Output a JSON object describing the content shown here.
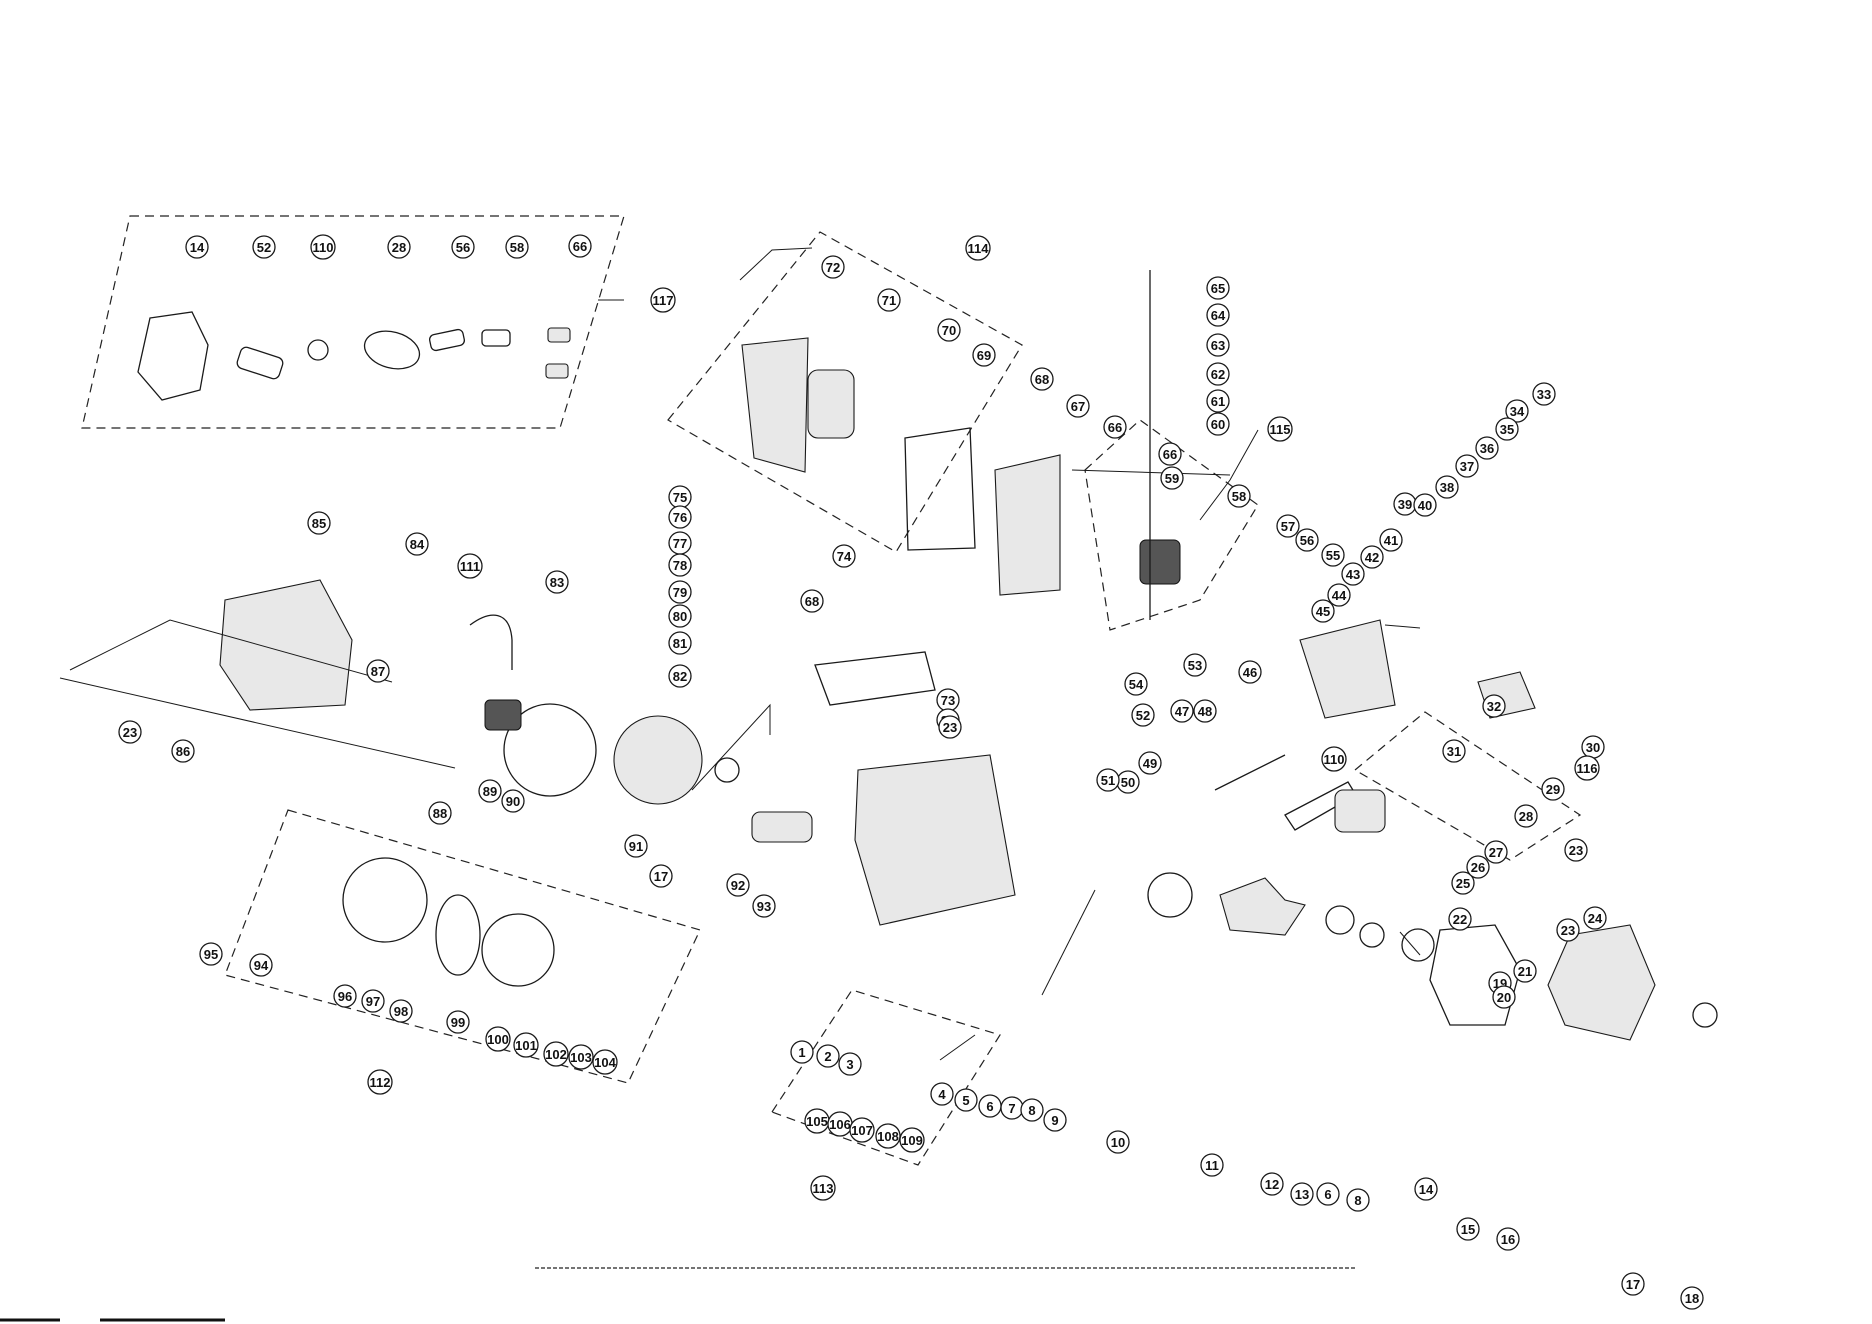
{
  "callouts": [
    "1",
    "2",
    "3",
    "4",
    "5",
    "6",
    "7",
    "8",
    "9",
    "10",
    "11",
    "12",
    "13",
    "6",
    "8",
    "14",
    "15",
    "16",
    "17",
    "18",
    "19",
    "20",
    "21",
    "22",
    "23",
    "24",
    "25",
    "26",
    "27",
    "28",
    "29",
    "30",
    "31",
    "32",
    "33",
    "34",
    "35",
    "36",
    "37",
    "38",
    "39",
    "40",
    "41",
    "42",
    "43",
    "44",
    "45",
    "46",
    "47",
    "48",
    "49",
    "50",
    "51",
    "52",
    "53",
    "54",
    "55",
    "56",
    "57",
    "58",
    "59",
    "60",
    "61",
    "62",
    "63",
    "64",
    "65",
    "66",
    "66",
    "67",
    "68",
    "69",
    "70",
    "71",
    "72",
    "73",
    "23",
    "23",
    "74",
    "68",
    "75",
    "76",
    "77",
    "78",
    "79",
    "80",
    "81",
    "82",
    "83",
    "84",
    "85",
    "86",
    "23",
    "87",
    "88",
    "89",
    "90",
    "91",
    "17",
    "92",
    "93",
    "94",
    "95",
    "96",
    "97",
    "98",
    "99",
    "100",
    "101",
    "102",
    "103",
    "104",
    "105",
    "106",
    "107",
    "108",
    "109",
    "110",
    "111",
    "112",
    "113",
    "114",
    "115",
    "116",
    "117",
    "14",
    "52",
    "110",
    "28",
    "56",
    "58",
    "66",
    "23"
  ],
  "colors": {
    "line": "#1a1a1a",
    "background": "#ffffff"
  }
}
